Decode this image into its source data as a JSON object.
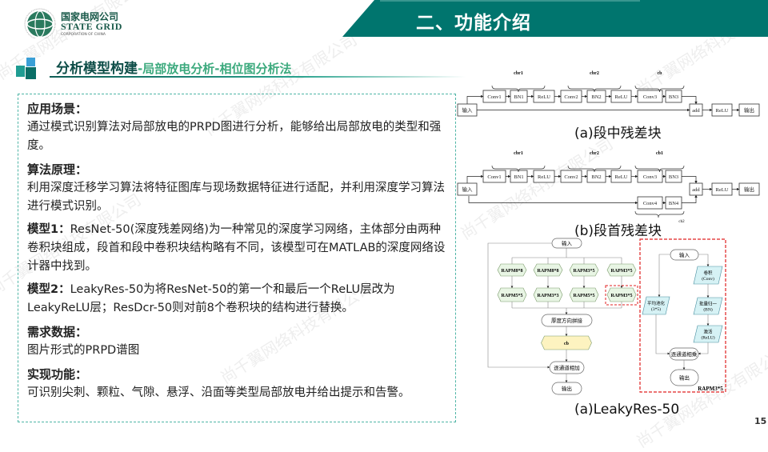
{
  "logo": {
    "cn": "国家电网公司",
    "en": "STATE GRID",
    "sub": "CORPORATION OF CHINA"
  },
  "header": {
    "title": "二、功能介绍"
  },
  "section": {
    "title_main": "分析模型构建",
    "title_sub": "-局部放电分析-相位图分析法"
  },
  "content": {
    "scene_label": "应用场景：",
    "scene_text": "通过模式识别算法对局部放电的PRPD图进行分析，能够给出局部放电的类型和强度。",
    "principle_label": "算法原理：",
    "principle_text": "利用深度迁移学习算法将特征图库与现场数据特征进行适配，并利用深度学习算法进行模式识别。",
    "model1_label": "模型1：",
    "model1_text": "ResNet-50(深度残差网络)为一种常见的深度学习网络，主体部分由两种卷积块组成，段首和段中卷积块结构略有不同，该模型可在MATLAB的深度网络设计器中找到。",
    "model2_label": "模型2：",
    "model2_text": "LeakyRes-50为将ResNet-50的第一个和最后一个ReLU层改为LeakyReLU层；ResDcr-50则对前8个卷积块的结构进行替换。",
    "data_label": "需求数据：",
    "data_text": "图片形式的PRPD谱图",
    "func_label": "实现功能：",
    "func_text": "可识别尖刺、颗粒、气隙、悬浮、沿面等类型局部放电并给出提示和告警。"
  },
  "diagram_a": {
    "caption": "(a)段中残差块",
    "groups": [
      "cbr1",
      "cbr2",
      "cb"
    ],
    "blocks": [
      "Conv1",
      "BN1",
      "ReLU",
      "Conv2",
      "BN2",
      "ReLU",
      "Conv3",
      "BN3"
    ],
    "input": "输入",
    "add": "add",
    "relu": "ReLU",
    "output": "输出"
  },
  "diagram_b": {
    "caption": "(b)段首残差块",
    "groups": [
      "cbr1",
      "cbr2",
      "cb1",
      "cb2"
    ],
    "blocks": [
      "Conv1",
      "BN1",
      "ReLU",
      "Conv2",
      "BN2",
      "ReLU",
      "Conv3",
      "BN3"
    ],
    "shortcut": [
      "Conv4",
      "BN4"
    ],
    "input": "输入",
    "add": "add",
    "relu": "ReLU",
    "output": "输出"
  },
  "diagram_c": {
    "caption": "(a)LeakyRes-50",
    "input": "输入",
    "row1": [
      "RAPM8*8",
      "RAPM8*8",
      "RAPM3*5",
      "RAPM3*5"
    ],
    "row2": [
      "RAPM5*5",
      "RAPM3*3",
      "RAPM5*5",
      "RAPM3*5"
    ],
    "concat": "厚度方向拼接",
    "cb": "cb",
    "add": "逐通道相加",
    "output": "输出",
    "detail": {
      "input": "输入",
      "conv": [
        "卷积",
        "(Conv)"
      ],
      "bn": [
        "批量归一",
        "(BN)"
      ],
      "relu": [
        "激活",
        "(ReLU)"
      ],
      "pool": [
        "平均池化",
        "(3*5)"
      ],
      "mul": "逐通道相乘",
      "output": "输出",
      "label": "RAPM3*5"
    }
  },
  "watermark": "尚千翼网络科技有限公司",
  "page_number": "15",
  "colors": {
    "teal": "#00756E",
    "red": "#e02020",
    "hex_fill": "#e8f5e4",
    "para_fill": "#d6f2f5",
    "cb_fill": "#fdf3c0"
  }
}
